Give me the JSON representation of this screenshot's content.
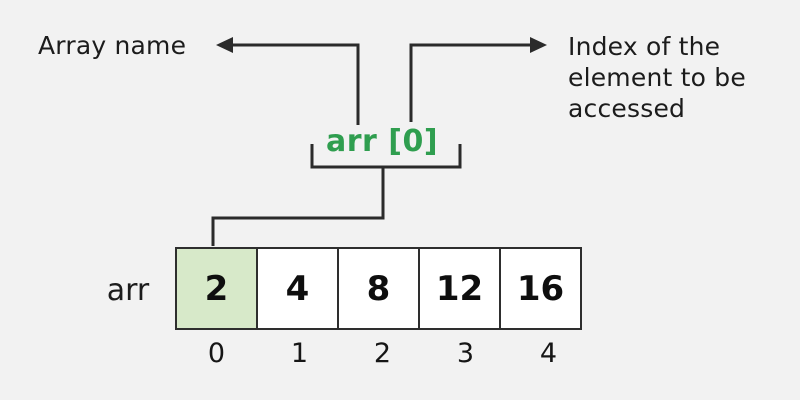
{
  "diagram": {
    "array_name_label": "Array name",
    "index_label_lines": [
      "Index of the",
      "element to be",
      "accessed"
    ],
    "expression": "arr [0]",
    "array_var_label": "arr",
    "cells": [
      {
        "value": "2",
        "index": "0",
        "highlighted": true
      },
      {
        "value": "4",
        "index": "1",
        "highlighted": false
      },
      {
        "value": "8",
        "index": "2",
        "highlighted": false
      },
      {
        "value": "12",
        "index": "3",
        "highlighted": false
      },
      {
        "value": "16",
        "index": "4",
        "highlighted": false
      }
    ],
    "colors": {
      "background": "#f2f2f2",
      "accent_green": "#2f9e4f",
      "highlight_cell_fill": "#d7e9c9",
      "line": "#2b2b2b",
      "text": "#1c1c1c",
      "cell_border": "#2e2e2e"
    }
  }
}
